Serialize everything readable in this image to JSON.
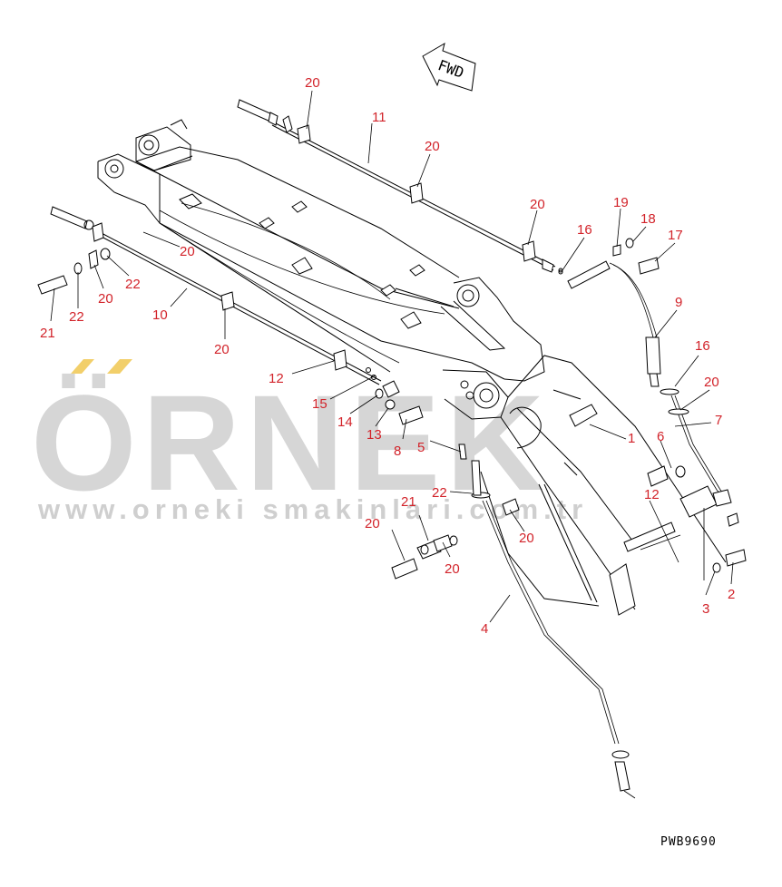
{
  "diagram": {
    "direction_label": "FWD",
    "drawing_code": "PWB9690",
    "colors": {
      "callout": "#d2232a",
      "line": "#000000",
      "watermark_text": "#d6d6d6",
      "watermark_mark": "#f2cf6a",
      "background": "#ffffff"
    },
    "watermark": {
      "name": "ÖRNEK",
      "url": "www.orneki smakinlari.com.tr"
    },
    "callouts": [
      "20",
      "11",
      "20",
      "20",
      "19",
      "18",
      "17",
      "16",
      "20",
      "22",
      "20",
      "22",
      "21",
      "10",
      "20",
      "9",
      "16",
      "20",
      "12",
      "15",
      "14",
      "13",
      "8",
      "5",
      "7",
      "6",
      "1",
      "12",
      "22",
      "21",
      "20",
      "20",
      "3",
      "2",
      "4",
      "20"
    ]
  }
}
